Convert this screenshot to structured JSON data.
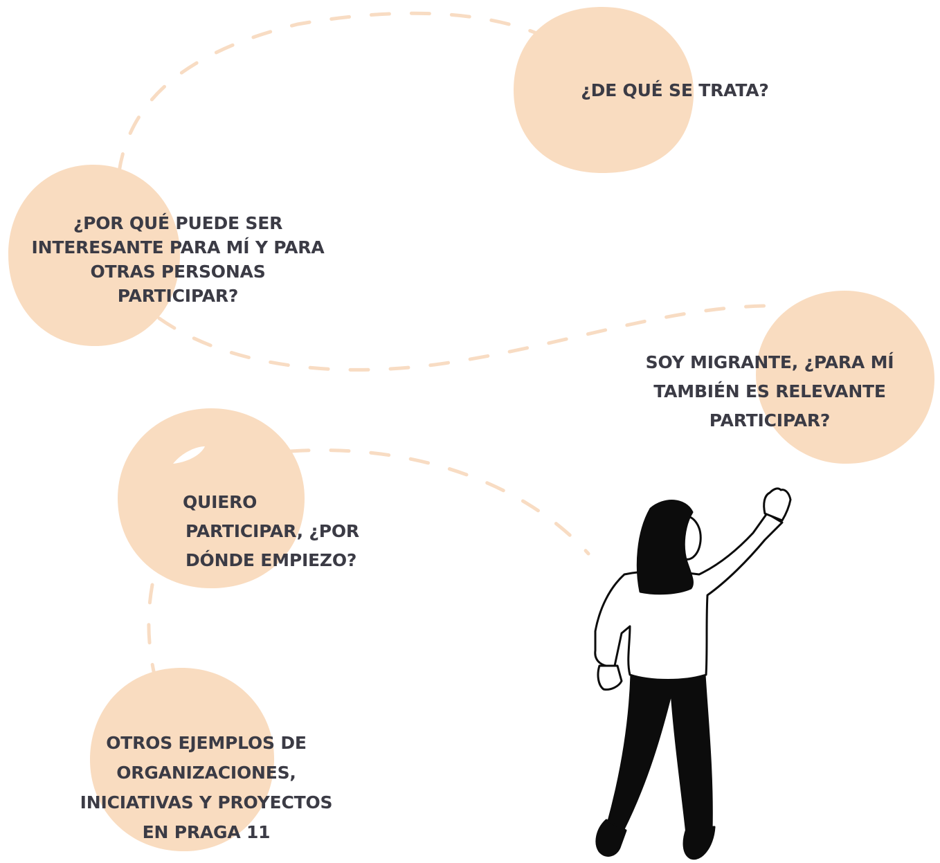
{
  "colors": {
    "blob": "#f9dcc0",
    "dash": "#f8dcc3",
    "text": "#3b3b45",
    "ink": "#0c0c0c"
  },
  "nodes": [
    {
      "id": "de-que-se-trata",
      "lines": [
        "¿DE QUÉ SE TRATA?"
      ]
    },
    {
      "id": "por-que-interesante",
      "lines": [
        "¿POR QUÉ PUEDE SER",
        "INTERESANTE PARA MÍ Y PARA",
        "OTRAS PERSONAS",
        "PARTICIPAR?"
      ]
    },
    {
      "id": "soy-migrante",
      "lines": [
        "SOY MIGRANTE, ¿PARA MÍ",
        "TAMBIÉN ES RELEVANTE",
        "PARTICIPAR?"
      ]
    },
    {
      "id": "quiero-participar",
      "lines": [
        "QUIERO",
        "PARTICIPAR, ¿POR",
        "DÓNDE EMPIEZO?"
      ]
    },
    {
      "id": "otros-ejemplos",
      "lines": [
        "OTROS EJEMPLOS DE",
        "ORGANIZACIONES,",
        "INICIATIVAS Y PROYECTOS",
        "EN PRAGA 11"
      ]
    }
  ],
  "illustration": {
    "icon": "waving-woman-illustration"
  }
}
